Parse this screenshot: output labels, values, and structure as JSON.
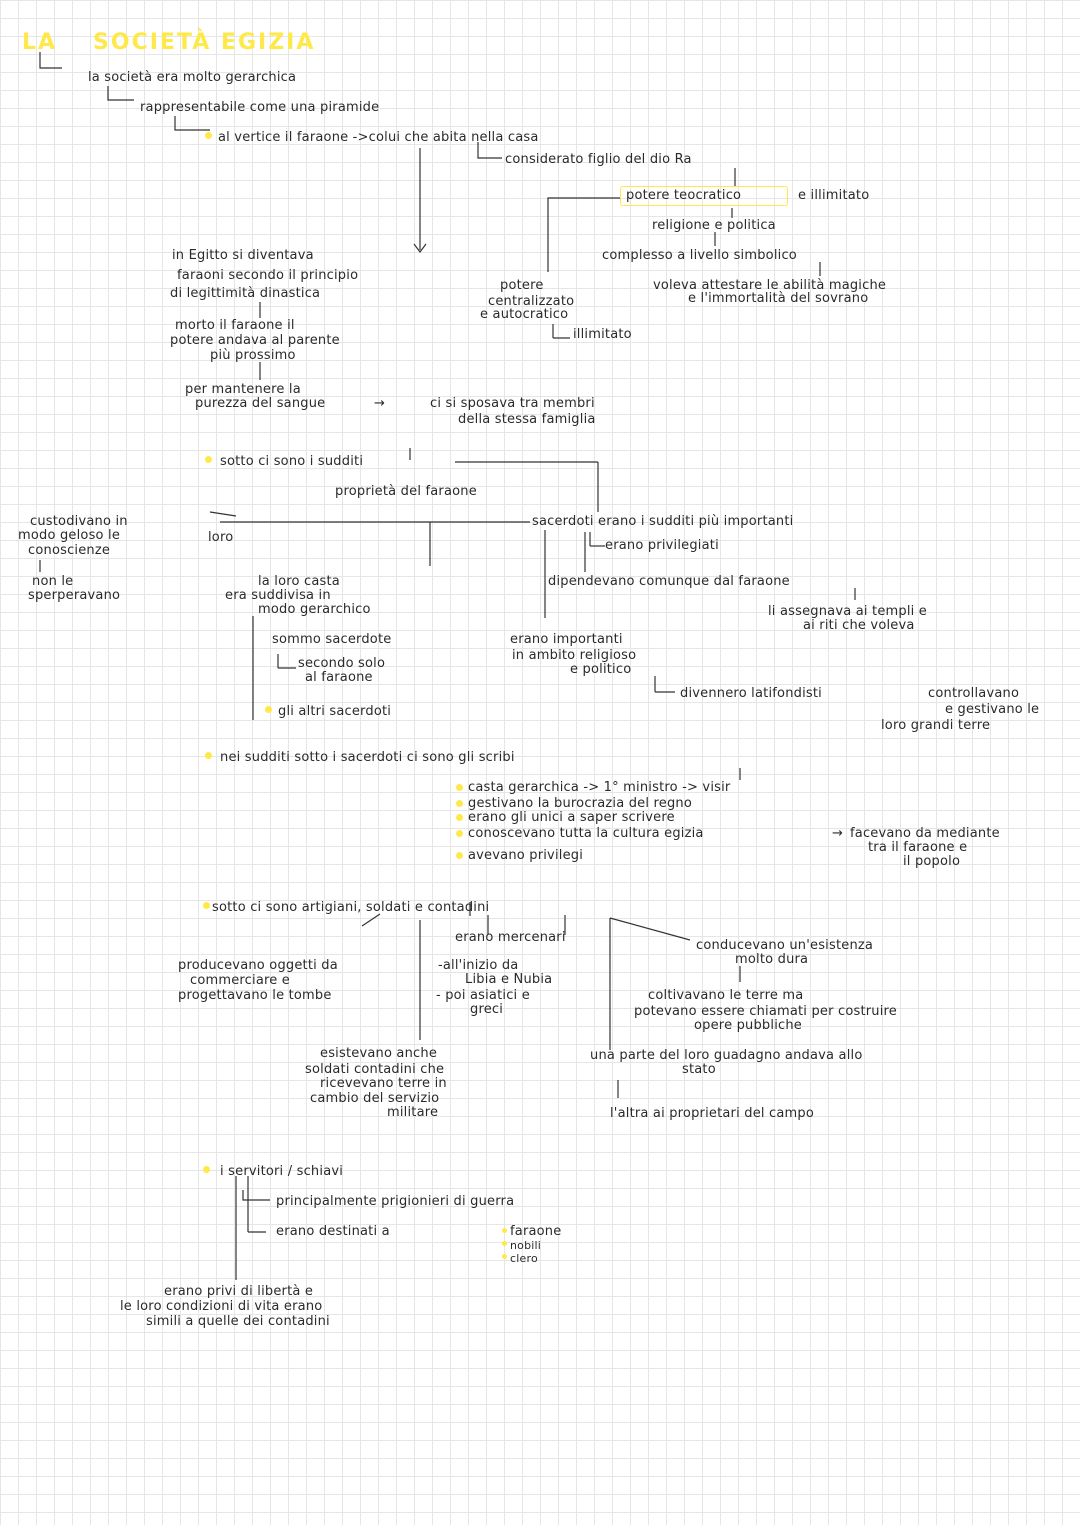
{
  "colors": {
    "title": "#ffe94a",
    "bullet": "#ffe94a",
    "ink": "#2a2a2a",
    "grid": "#e6e6e6"
  },
  "title": {
    "w1": "LA",
    "w2": "SOCIETÀ EGIZIA"
  },
  "intro": {
    "l1": "la società era molto gerarchica",
    "l2": "rappresentabile come una piramide",
    "l3": "al vertice il faraone ->colui che abita nella casa",
    "l4": "considerato figlio del dio Ra"
  },
  "pharaoh": {
    "teocratico": "potere teocratico",
    "illimitato_top": "e illimitato",
    "religione": "religione e politica",
    "complesso": "complesso a livello simbolico",
    "voleva1": "voleva attestare le abilità magiche",
    "voleva2": "e l'immortalità del sovrano",
    "potere1": "potere",
    "potere2": "centralizzato",
    "potere3": "e autocratico",
    "illimitato": "illimitato",
    "eg1": "in Egitto si diventava",
    "eg2": "faraoni secondo il principio",
    "eg3": "di legittimità dinastica",
    "morto1": "morto il faraone il",
    "morto2": "potere andava al parente",
    "morto3": "più prossimo",
    "per1": "per mantenere la",
    "per2": "purezza del sangue",
    "sposava1": "ci si sposava tra membri",
    "sposava2": "della stessa famiglia"
  },
  "sudditi": {
    "sotto": "sotto ci sono i sudditi",
    "proprieta": "proprietà del faraone"
  },
  "sacerdoti": {
    "main": "sacerdoti erano i sudditi più importanti",
    "privilegiati": "erano privilegiati",
    "custodivano1": "custodivano in",
    "custodivano2": "modo geloso le",
    "custodivano3": "conoscienze",
    "loro": "loro",
    "non1": "non le",
    "non2": "sperperavano",
    "casta1": "la loro casta",
    "casta2": "era suddivisa in",
    "casta3": "modo gerarchico",
    "sommo": "sommo sacerdote",
    "secondo1": "secondo solo",
    "secondo2": "al faraone",
    "altri": "gli altri sacerdoti",
    "dip": "dipendevano comunque dal faraone",
    "assegnava1": "li assegnava ai templi e",
    "assegnava2": "ai riti che voleva",
    "imp1": "erano importanti",
    "imp2": "in ambito religioso",
    "imp3": "e politico",
    "latifondisti": "divennero latifondisti",
    "controllavano1": "controllavano",
    "controllavano2": "e gestivano le",
    "controllavano3": "loro grandi terre"
  },
  "scribi": {
    "nei": "nei sudditi sotto i sacerdoti ci sono gli scribi",
    "casta": "casta gerarchica -> 1° ministro -> visir",
    "gestivano": "gestivano la burocrazia del regno",
    "erano": "erano gli unici a saper scrivere",
    "conoscevano": "conoscevano tutta la cultura egizia",
    "facevano1": "facevano da mediante",
    "facevano2": "tra il faraone e",
    "facevano3": "il popolo",
    "avevano": "avevano privilegi"
  },
  "lower": {
    "sotto": "sotto ci sono artigiani, soldati e contadini",
    "art1": "producevano oggetti da",
    "art2": "commerciare e",
    "art3": "progettavano le tombe",
    "merc": "erano mercenari",
    "libia1": "-all'inizio da",
    "libia2": "Libia e Nubia",
    "asiatici1": "- poi asiatici e",
    "asiatici2": "greci",
    "sold1": "esistevano anche",
    "sold2": "soldati contadini che",
    "sold3": "ricevevano terre in",
    "sold4": "cambio del servizio",
    "sold5": "militare",
    "cont1": "conducevano un'esistenza",
    "cont2": "molto dura",
    "colt1": "coltivavano le terre ma",
    "colt2": "potevano essere chiamati per costruire",
    "colt3": "opere pubbliche",
    "parte1": "una parte del loro guadagno andava allo",
    "parte2": "stato",
    "altra": "l'altra ai proprietari del campo"
  },
  "servi": {
    "title": "i servitori / schiavi",
    "prigionieri": "principalmente prigionieri di guerra",
    "destinati": "erano destinati a",
    "d1": "faraone",
    "d2": "nobili",
    "d3": "clero",
    "privi1": "erano privi di libertà e",
    "privi2": "le loro condizioni di vita erano",
    "privi3": "simili a quelle dei contadini"
  }
}
